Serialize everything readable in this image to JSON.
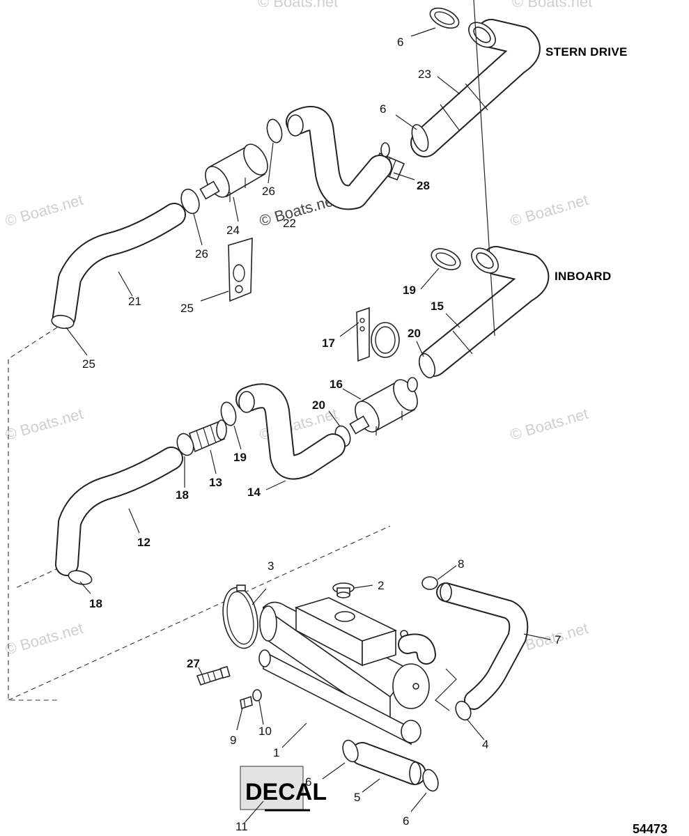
{
  "headers": {
    "stern_drive": "STERN DRIVE",
    "inboard": "INBOARD"
  },
  "figure_number": "54473",
  "watermark": "© Boats.net",
  "decal_text": "DECAL",
  "callouts": {
    "c6a": "6",
    "c23": "23",
    "c6b": "6",
    "c28": "28",
    "c26a": "26",
    "c24": "24",
    "c22": "22",
    "c26b": "26",
    "c21": "21",
    "c25a": "25",
    "c25b": "25",
    "c19a": "19",
    "c15": "15",
    "c17": "17",
    "c20a": "20",
    "c16": "16",
    "c20b": "20",
    "c19b": "19",
    "c13": "13",
    "c18a": "18",
    "c14": "14",
    "c12": "12",
    "c18b": "18",
    "c3": "3",
    "c2": "2",
    "c8": "8",
    "c7": "7",
    "c27": "27",
    "c9": "9",
    "c10": "10",
    "c1": "1",
    "c4": "4",
    "c6c": "6",
    "c5": "5",
    "c11": "11",
    "c6d": "6"
  }
}
